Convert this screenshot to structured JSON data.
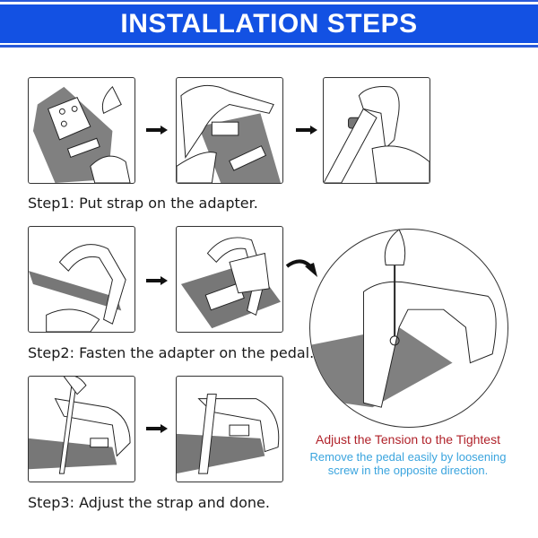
{
  "header": {
    "title": "INSTALLATION STEPS",
    "band_color": "#1351e3"
  },
  "steps": [
    {
      "label": "Step1: Put strap on the adapter.",
      "panels": [
        "strap-on-adapter-1",
        "strap-on-adapter-2",
        "strap-on-adapter-3"
      ]
    },
    {
      "label": "Step2: Fasten the adapter on the pedal.",
      "panels": [
        "fasten-adapter-1",
        "fasten-adapter-2"
      ]
    },
    {
      "label": "Step3: Adjust the strap and done.",
      "panels": [
        "adjust-strap-1",
        "adjust-strap-2"
      ]
    }
  ],
  "detail": {
    "caption_primary": "Adjust the Tension to the Tightest",
    "caption_primary_color": "#b0222a",
    "caption_secondary_line1": "Remove the pedal easily by loosening",
    "caption_secondary_line2": "screw in the opposite direction.",
    "caption_secondary_color": "#3aa4de"
  }
}
